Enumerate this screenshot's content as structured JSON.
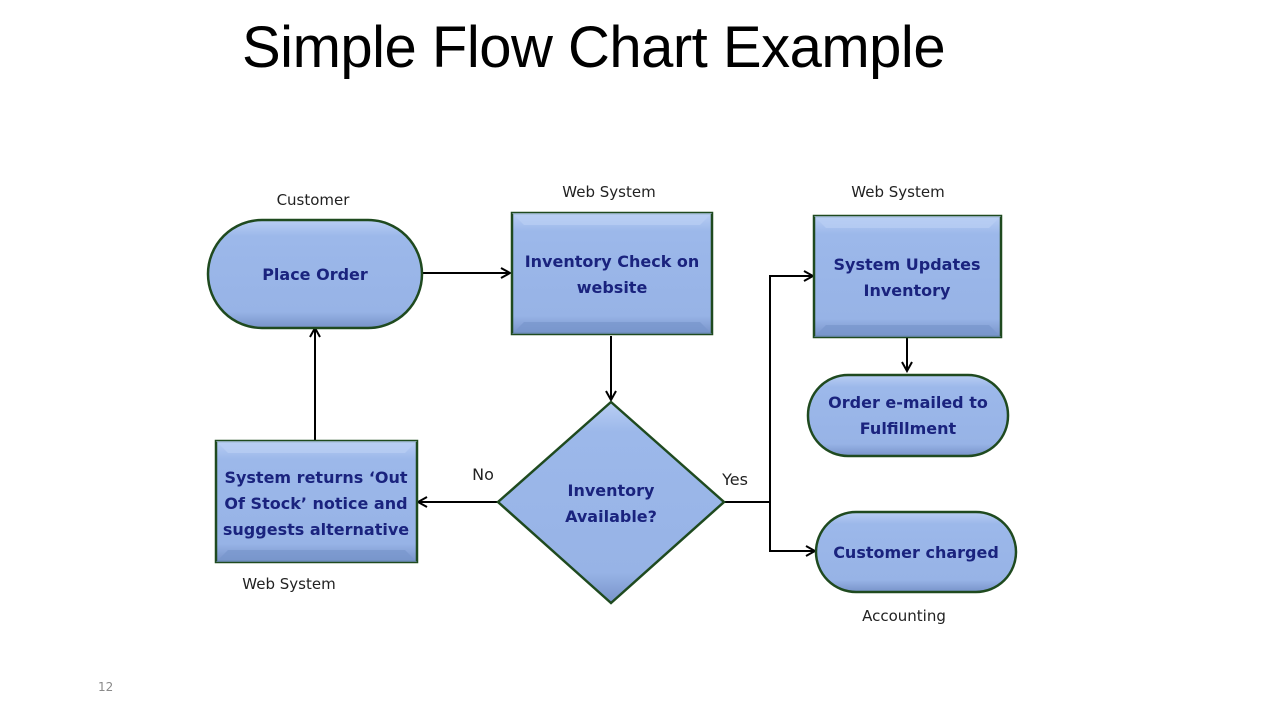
{
  "title": "Simple Flow Chart Example",
  "page_number": "12",
  "colors": {
    "fill": "#98b4e8",
    "fill_light": "#b7cdf3",
    "fill_dark": "#7593cc",
    "stroke": "#1f4a1f",
    "text": "#1a237e"
  },
  "nodes": {
    "place_order": {
      "label": [
        "Place Order"
      ],
      "role": "Customer",
      "shape": "terminator"
    },
    "inventory_check": {
      "label": [
        "Inventory Check on",
        "website"
      ],
      "role": "Web System",
      "shape": "process"
    },
    "inventory_available": {
      "label": [
        "Inventory",
        "Available?"
      ],
      "shape": "decision"
    },
    "out_of_stock": {
      "label": [
        "System returns ‘Out",
        "Of Stock’ notice and",
        "suggests alternative"
      ],
      "role": "Web System",
      "shape": "process"
    },
    "system_updates": {
      "label": [
        "System Updates",
        "Inventory"
      ],
      "role": "Web System",
      "shape": "process"
    },
    "order_emailed": {
      "label": [
        "Order e-mailed to",
        "Fulfillment"
      ],
      "shape": "terminator"
    },
    "customer_charged": {
      "label": [
        "Customer  charged"
      ],
      "role": "Accounting",
      "shape": "terminator"
    }
  },
  "edges": [
    {
      "from": "place_order",
      "to": "inventory_check",
      "label": ""
    },
    {
      "from": "inventory_check",
      "to": "inventory_available",
      "label": ""
    },
    {
      "from": "inventory_available",
      "to": "out_of_stock",
      "label": "No"
    },
    {
      "from": "inventory_available",
      "to": "system_updates",
      "label": "Yes"
    },
    {
      "from": "inventory_available",
      "to": "customer_charged",
      "label": "Yes"
    },
    {
      "from": "system_updates",
      "to": "order_emailed",
      "label": ""
    },
    {
      "from": "out_of_stock",
      "to": "place_order",
      "label": ""
    }
  ],
  "branch_labels": {
    "no": "No",
    "yes": "Yes"
  }
}
